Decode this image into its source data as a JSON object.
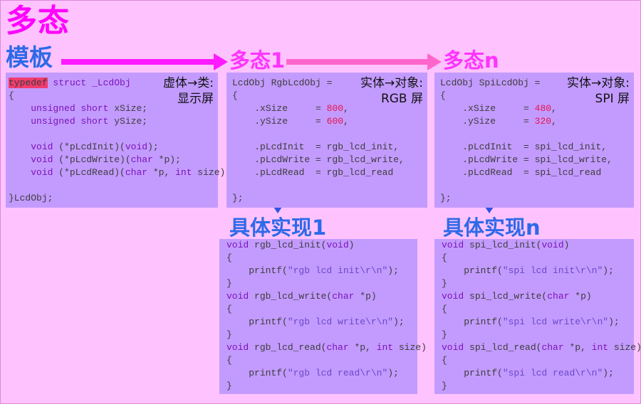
{
  "title": "多态",
  "headers": {
    "template": "模板",
    "poly1": "多态1",
    "polyn": "多态n",
    "impl1": "具体实现1",
    "impln": "具体实现n"
  },
  "notes": {
    "template_line1": "虚体→类:",
    "template_line2": "显示屏",
    "poly1_line1": "实体→对象:",
    "poly1_line2": "RGB 屏",
    "polyn_line1": "实体→对象:",
    "polyn_line2": "SPI 屏"
  },
  "code": {
    "template": {
      "typedef": "typedef",
      "struct_decl": " struct _LcdObj",
      "open": "{",
      "field1_type": "unsigned short",
      "field1_name": " xSize;",
      "field2_type": "unsigned short",
      "field2_name": " ySize;",
      "fn1_ret": "void",
      "fn1_name": " (*pLcdInit)(",
      "fn1_arg": "void",
      "fn1_end": ");",
      "fn2_ret": "void",
      "fn2_name": " (*pLcdWrite)(",
      "fn2_arg_type": "char",
      "fn2_arg": " *p);",
      "fn3_ret": "void",
      "fn3_name": " (*pLcdRead)(",
      "fn3_arg_type": "char",
      "fn3_arg1": " *p, ",
      "fn3_arg2_type": "int",
      "fn3_arg2": " size);",
      "close": "}LcdObj;"
    },
    "poly1": {
      "decl": "LcdObj RgbLcdObj =",
      "open": "{",
      "x_key": ".xSize     = ",
      "x_val": "800",
      "y_key": ".ySize     = ",
      "y_val": "600",
      "sep": ",",
      "init": ".pLcdInit  = rgb_lcd_init,",
      "write": ".pLcdWrite = rgb_lcd_write,",
      "read": ".pLcdRead  = rgb_lcd_read",
      "close": "};"
    },
    "polyn": {
      "decl": "LcdObj SpiLcdObj =",
      "open": "{",
      "x_key": ".xSize     = ",
      "x_val": "480",
      "y_key": ".ySize     = ",
      "y_val": "320",
      "sep": ",",
      "init": ".pLcdInit  = spi_lcd_init,",
      "write": ".pLcdWrite = spi_lcd_write,",
      "read": ".pLcdRead  = spi_lcd_read",
      "close": "};"
    },
    "impl1": {
      "void": "void",
      "init_sig": " rgb_lcd_init(",
      "init_arg": "void",
      "paren": ")",
      "open": "{",
      "close": "}",
      "printf": "printf(",
      "init_str": "\"rgb lcd init\\r\\n\"",
      "end": ");",
      "write_sig": " rgb_lcd_write(",
      "char": "char",
      "write_arg": " *p)",
      "write_str": "\"rgb lcd write\\r\\n\"",
      "read_sig": " rgb_lcd_read(",
      "read_arg1": " *p, ",
      "int": "int",
      "read_arg2": " size)",
      "read_str": "\"rgb lcd read\\r\\n\""
    },
    "impln": {
      "void": "void",
      "init_sig": " spi_lcd_init(",
      "init_arg": "void",
      "paren": ")",
      "open": "{",
      "close": "}",
      "printf": "printf(",
      "init_str": "\"spi lcd init\\r\\n\"",
      "end": ");",
      "write_sig": " spi_lcd_write(",
      "char": "char",
      "write_arg": " *p)",
      "write_str": "\"spi lcd write\\r\\n\"",
      "read_sig": " spi_lcd_read(",
      "read_arg1": " *p, ",
      "int": "int",
      "read_arg2": " size)",
      "read_str": "\"spi lcd read\\r\\n\""
    }
  },
  "colors": {
    "background": "#fec3fe",
    "box": "#c39bff",
    "title": "#ff00ff",
    "header": "#2e6ae8",
    "arrow_magenta": "#ff1aff",
    "arrow_pink": "#ff66cc",
    "arrow_blue": "#2e52e6"
  }
}
